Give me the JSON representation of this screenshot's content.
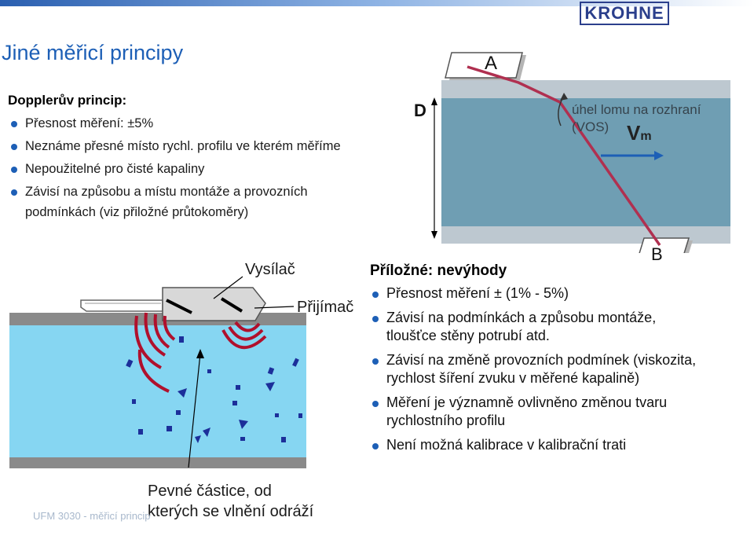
{
  "title": "Jiné měřicí principy",
  "logo": "KROHNE",
  "doppler": {
    "heading": "Dopplerův princip:",
    "items": [
      "Přesnost měření: ±5%",
      "Neznáme přesné místo rychl. profilu ve kterém měříme",
      "Nepoužitelné pro čisté kapaliny",
      "Závisí na způsobu a místu montáže a provozních",
      "podmínkách (viz přiložné průtokoměry)"
    ]
  },
  "pipe_diagram": {
    "label_a": "A",
    "label_b": "B",
    "label_d": "D",
    "angle_label_1": "úhel lomu na rozhraní",
    "angle_label_2": "(VOS)",
    "vm_main": "V",
    "vm_sub": "m"
  },
  "doppler_diagram": {
    "transmitter": "Vysílač",
    "receiver": "Přijímač",
    "particles_1": "Pevné částice, od",
    "particles_2": "kterých se vlnění odráží"
  },
  "clampon": {
    "heading": "Příložné: nevýhody",
    "items": [
      "Přesnost měření ± (1% - 5%)",
      "Závisí na podmínkách a způsobu montáže,",
      "tloušťce stěny potrubí atd.",
      "Závisí na změně provozních podmínek (viskozita,",
      "rychlost šíření zvuku v měřené kapalině)",
      "Měření je významně ovlivněno změnou tvaru",
      "rychlostního profilu",
      "Není možná kalibrace v kalibrační trati"
    ]
  },
  "footer": "UFM 3030 - měřicí princip",
  "colors": {
    "title": "#1d5fb6",
    "bullet": "#1d5fb6",
    "pipe_fluid": "#6f9eb3",
    "pipe_wall": "#bdc8d0",
    "beam": "#b03050",
    "doppler_fluid": "#86d6f2",
    "waves": "#b0102c",
    "particles": "#1c2f9a"
  }
}
